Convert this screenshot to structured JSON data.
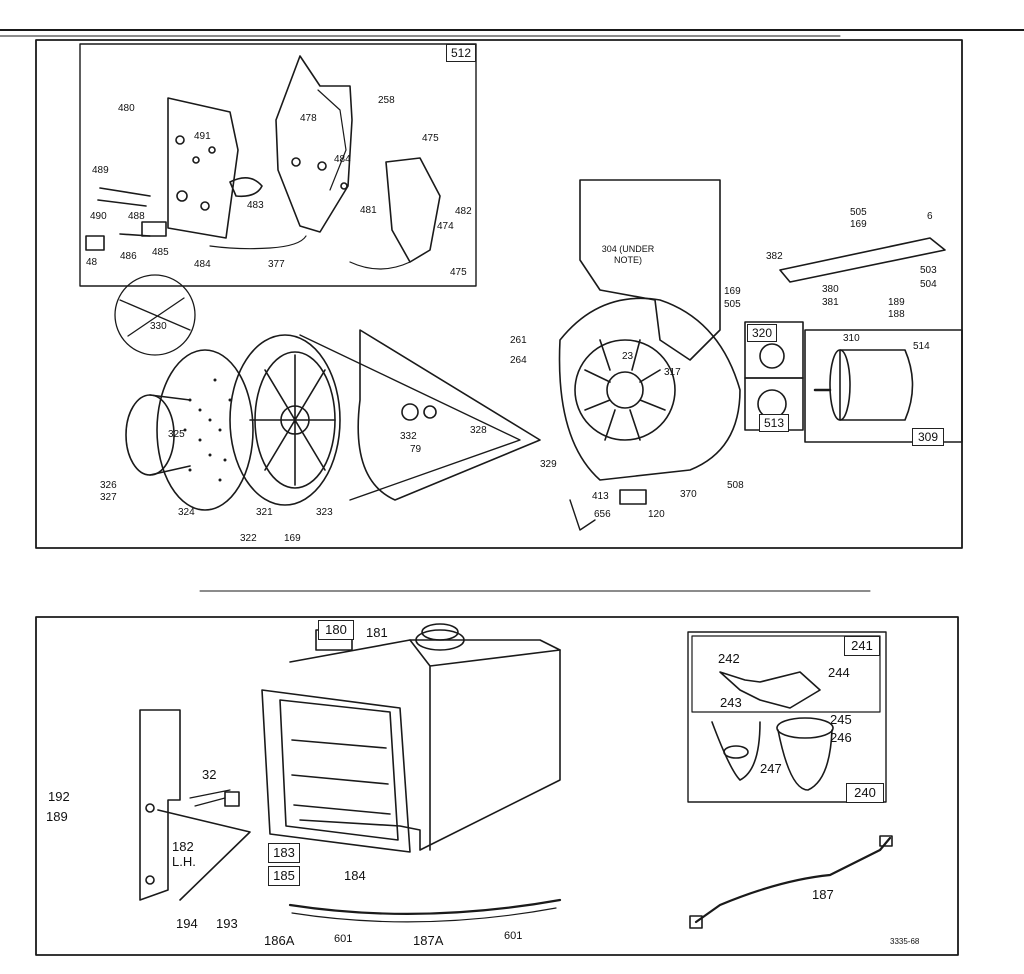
{
  "upper_panel": {
    "callout_boxes": [
      "512",
      "320",
      "513",
      "309"
    ],
    "labels": [
      "480",
      "258",
      "491",
      "478",
      "475",
      "484",
      "489",
      "483",
      "481",
      "482",
      "474",
      "490",
      "488",
      "485",
      "486",
      "48",
      "484",
      "377",
      "475",
      "304 (UNDER NOTE)",
      "505",
      "169",
      "6",
      "382",
      "503",
      "504",
      "169",
      "505",
      "380",
      "381",
      "189",
      "188",
      "330",
      "261",
      "264",
      "23",
      "317",
      "310",
      "514",
      "325",
      "332",
      "79",
      "328",
      "329",
      "326",
      "327",
      "324",
      "321",
      "323",
      "413",
      "656",
      "120",
      "370",
      "508",
      "322",
      "169"
    ]
  },
  "lower_panel": {
    "callout_boxes": [
      "180",
      "183",
      "185",
      "241",
      "240"
    ],
    "labels": [
      "181",
      "32",
      "192",
      "189",
      "182",
      "L.H.",
      "194",
      "193",
      "184",
      "186A",
      "601",
      "187A",
      "601",
      "242",
      "244",
      "243",
      "245",
      "246",
      "247",
      "187"
    ]
  },
  "drawing_number": "3335-68"
}
